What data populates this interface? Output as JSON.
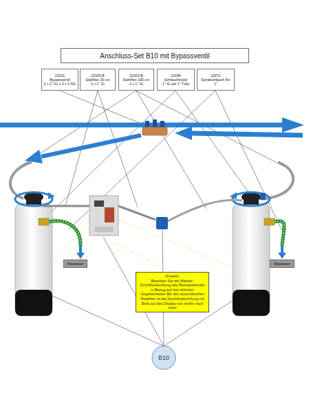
{
  "diagram": {
    "title": "Anschluss-Set B10 mit Bypassventil",
    "nodes": [
      {
        "text": [
          "22021",
          "Bypassventil",
          "2 x 1\" IG + 2 x 1\"AG"
        ]
      },
      {
        "text": [
          "22025-B",
          "Stahlflex 30 cm",
          "2 x 1\" IG"
        ]
      },
      {
        "text": [
          "22023-B",
          "Stahlflex 100 cm",
          "2 x 1\" IG"
        ]
      },
      {
        "text": [
          "22045",
          "Schlauchstück",
          "1\" IG auf 1\" Tülle"
        ]
      },
      {
        "text": [
          "22071",
          "Spiralschlauch 5m",
          "1\""
        ]
      },
      {
        "text": [
          "Abwasser"
        ]
      },
      {
        "text": [
          "Abwasser"
        ]
      },
      {
        "text": [
          "Hinweis:",
          "Beachten Sie die Wasser-Durchflussrichtung des Rückspülventils in Bezug auf ihre örtlichen Gegebenheiten Bei den automatischen Modellen ist die Durchflussrichtung mit Blick auf das Display von rechts nach links!"
        ]
      },
      {
        "text": [
          "B10"
        ]
      }
    ]
  }
}
